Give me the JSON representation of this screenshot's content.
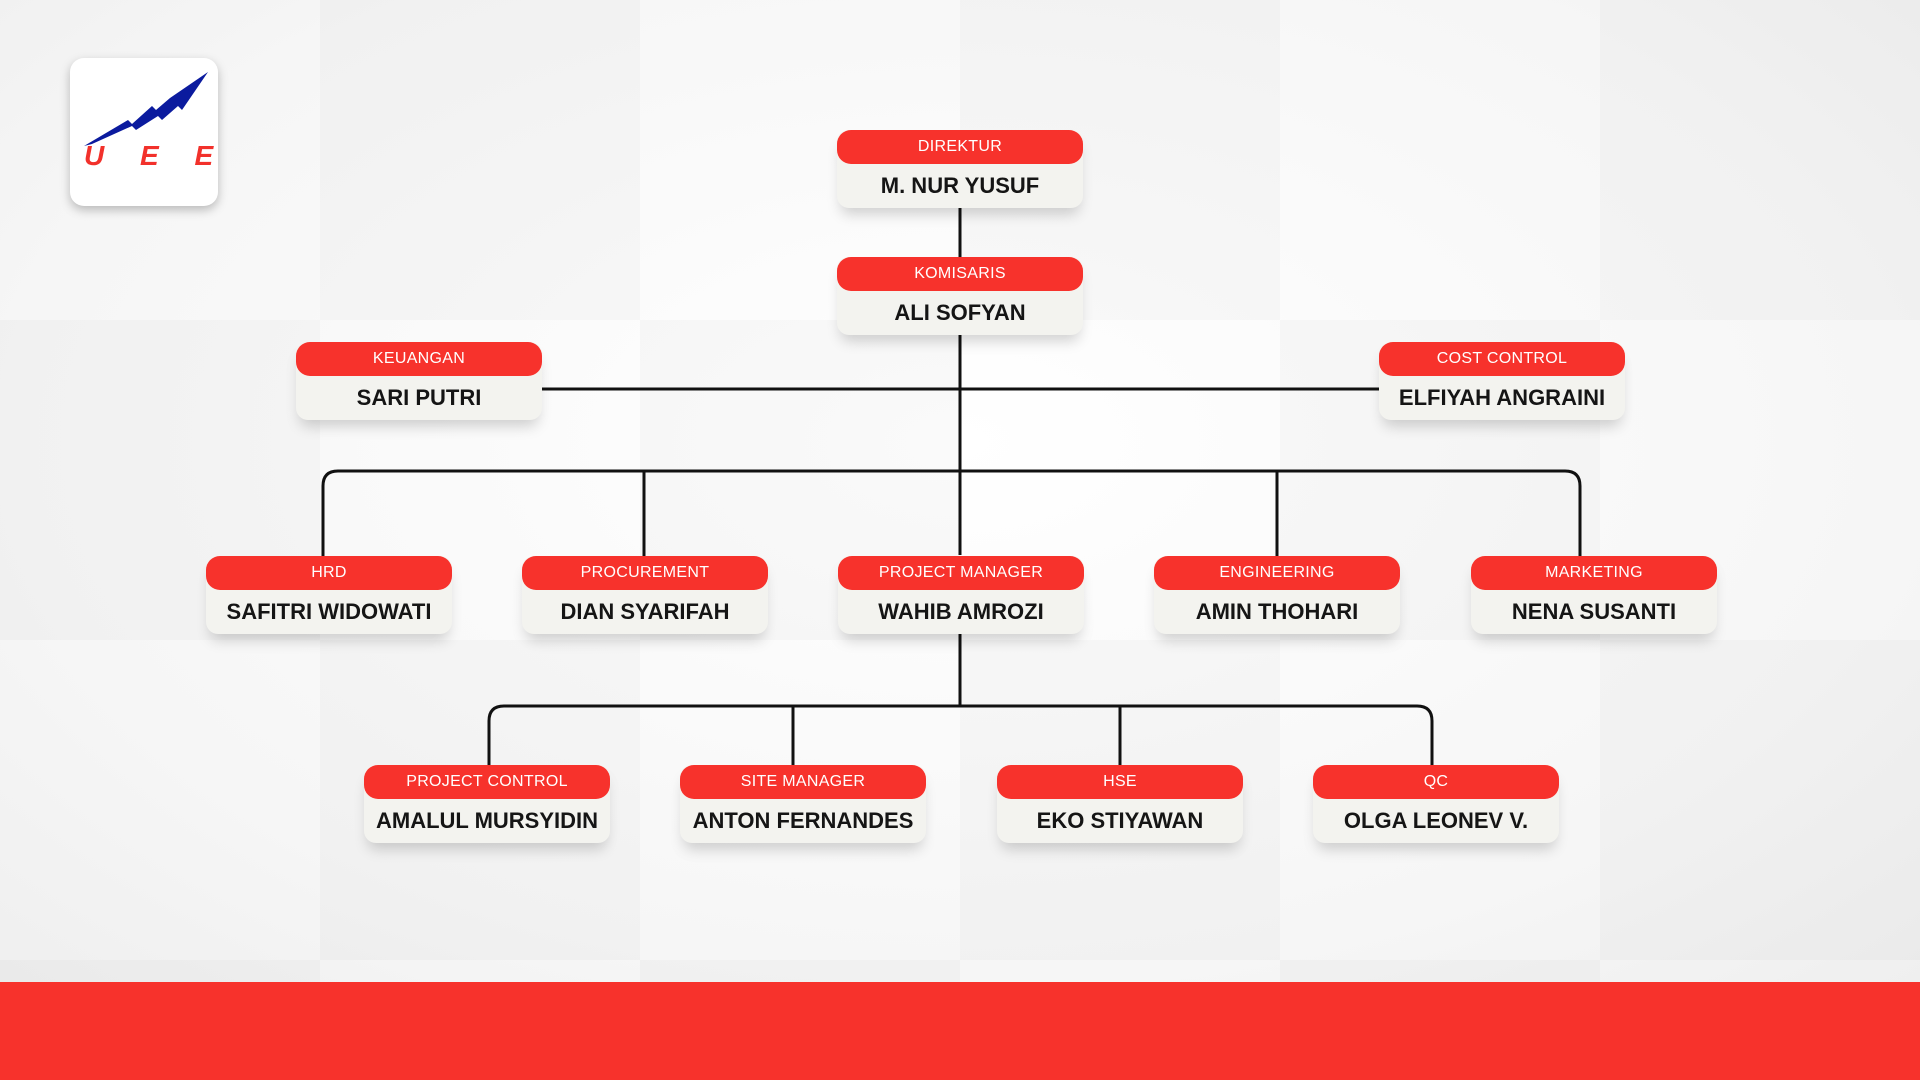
{
  "logo": {
    "text": "U E E",
    "bolt_color": "#0b1b9e",
    "text_color": "#f2312b"
  },
  "colors": {
    "accent": "#f7322c",
    "card_bg": "#f3f3ef",
    "line": "#111111",
    "name_text": "#151515"
  },
  "org": {
    "direktur": {
      "role": "DIREKTUR",
      "name": "M. NUR YUSUF"
    },
    "komisaris": {
      "role": "KOMISARIS",
      "name": "ALI SOFYAN"
    },
    "keuangan": {
      "role": "KEUANGAN",
      "name": "SARI PUTRI"
    },
    "cost_control": {
      "role": "COST CONTROL",
      "name": "ELFIYAH ANGRAINI"
    },
    "level2": [
      {
        "role": "HRD",
        "name": "SAFITRI WIDOWATI"
      },
      {
        "role": "PROCUREMENT",
        "name": "DIAN SYARIFAH"
      },
      {
        "role": "PROJECT MANAGER",
        "name": "WAHIB AMROZI"
      },
      {
        "role": "ENGINEERING",
        "name": "AMIN THOHARI"
      },
      {
        "role": "MARKETING",
        "name": "NENA SUSANTI"
      }
    ],
    "level3": [
      {
        "role": "PROJECT CONTROL",
        "name": "AMALUL MURSYIDIN"
      },
      {
        "role": "SITE MANAGER",
        "name": "ANTON FERNANDES"
      },
      {
        "role": "HSE",
        "name": "EKO STIYAWAN"
      },
      {
        "role": "QC",
        "name": "OLGA LEONEV V."
      }
    ]
  }
}
